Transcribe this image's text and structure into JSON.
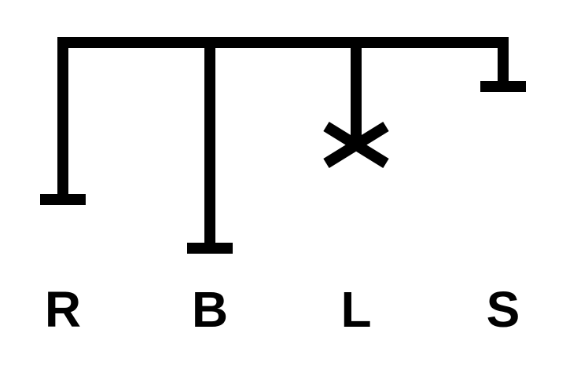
{
  "diagram": {
    "labels": {
      "r": "R",
      "b": "B",
      "l": "L",
      "s": "S"
    },
    "branch_ends": {
      "r": "bar",
      "b": "bar",
      "l": "cross",
      "s": "bar"
    },
    "colors": {
      "line": "#000000",
      "background": "#ffffff"
    }
  }
}
